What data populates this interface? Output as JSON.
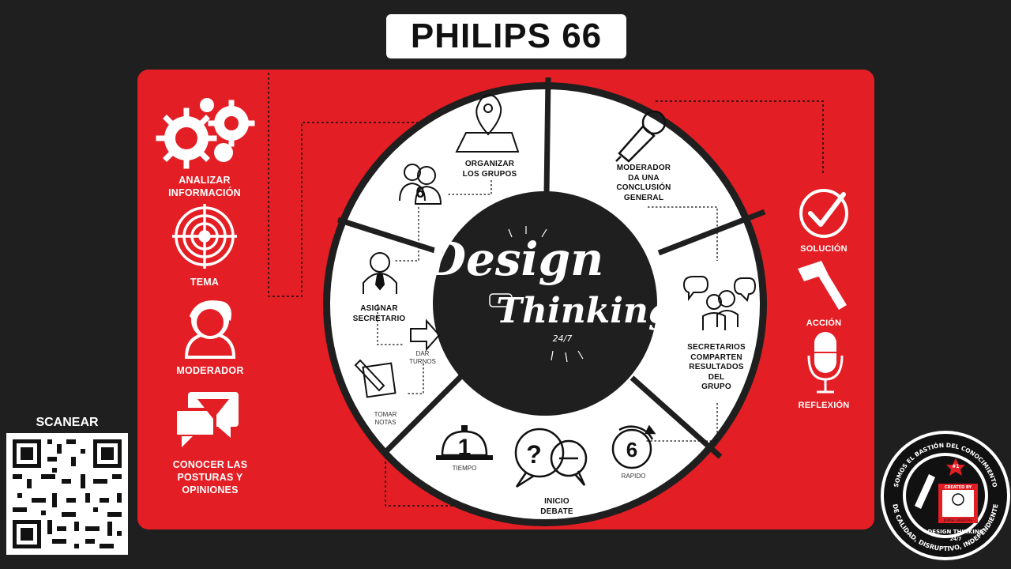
{
  "title": "PHILIPS 66",
  "left_items": [
    {
      "label": "ANALIZAR\nINFORMACIÓN",
      "icon": "gears-icon"
    },
    {
      "label": "TEMA",
      "icon": "target-icon"
    },
    {
      "label": "MODERADOR",
      "icon": "person-icon"
    },
    {
      "label": "CONOCER LAS\nPOSTURAS Y\nOPINIONES",
      "icon": "chat-icon"
    }
  ],
  "right_items": [
    {
      "label": "SOLUCIÓN",
      "icon": "check-circle-icon"
    },
    {
      "label": "ACCIÓN",
      "icon": "hammer-icon"
    },
    {
      "label": "REFLEXIÓN",
      "icon": "microphone-icon"
    }
  ],
  "wheel": {
    "center_line1": "Design",
    "center_line2": "Thinking",
    "center_line3": "24/7",
    "segments": {
      "organizar": "ORGANIZAR\nLOS GRUPOS",
      "moderador": "MODERADOR\nDA UNA\nCONCLUSIÓN\nGENERAL",
      "secretarios": "SECRETARIOS\nCOMPARTEN\nRESULTADOS\nDEL\nGRUPO",
      "inicio": "INICIO\nDEBATE",
      "asignar": "ASIGNAR\nSECRETARIO"
    },
    "small": {
      "dar_turnos": "DAR\nTURNOS",
      "tomar_notas": "TOMAR\nNOTAS",
      "tiempo": "TIEMPO",
      "rapido": "RAPIDO"
    },
    "badge_6_a": "6",
    "badge_6_b": "6",
    "bell_1": "1",
    "question": "?"
  },
  "scan": "SCANEAR",
  "seal": {
    "top": "SOMOS EL BASTIÓN DEL CONOCIMIENTO",
    "bottom": "DE CALIDAD, DISRUPTIVO, INDEPENDIENTE",
    "created_by": "CREATED BY",
    "name": "JORGE HUERTAS",
    "brand": "DESIGN THINKING",
    "brand_sub": "24/7",
    "rank": "#1"
  },
  "colors": {
    "red": "#e31e24",
    "dark": "#1f1f1f",
    "white": "#ffffff"
  }
}
